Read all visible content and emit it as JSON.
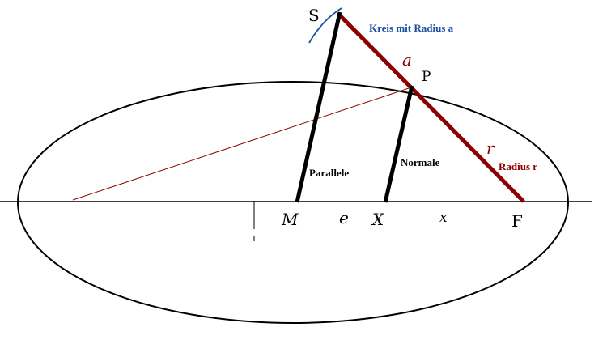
{
  "labels": {
    "S": "S",
    "P": "P",
    "a": "a",
    "r": "r",
    "M": "M",
    "e": "e",
    "X": "X",
    "x": "x",
    "F": "F",
    "circle_caption": "Kreis mit Radius a",
    "radius_caption": "Radius r",
    "parallel": "Parallele",
    "normal": "Normale"
  },
  "colors": {
    "black": "#000000",
    "dark_red": "#8b0000",
    "blue": "#1a4fa0"
  }
}
